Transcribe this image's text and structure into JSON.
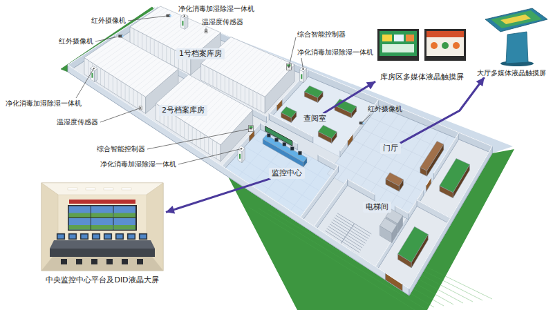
{
  "diagram": {
    "nodes": [
      {
        "text": [
          "1号档案库房"
        ]
      },
      {
        "text": [
          "库房区多媒体液晶触摸屏"
        ]
      },
      {
        "text": [
          "大厅多媒体液晶触摸屏"
        ]
      },
      {
        "text": [
          "2号档案库房"
        ]
      },
      {
        "text": [
          "查阅室"
        ]
      },
      {
        "text": [
          "门厅"
        ]
      },
      {
        "text": [
          "监控中心"
        ]
      },
      {
        "text": [
          "电梯间"
        ]
      },
      {
        "text": [
          "中央监控中心平台及DID液晶大屏"
        ]
      }
    ],
    "edges": [
      {
        "from": 4,
        "to": 1,
        "arrow": "to"
      },
      {
        "from": 5,
        "to": 2,
        "arrow": "to"
      },
      {
        "from": 6,
        "to": 8,
        "arrow": "to"
      }
    ],
    "labels": [
      "净化消毒加湿除湿一体机",
      "温湿度传感器",
      "红外摄像机",
      "综合智能控制器",
      "红外摄像机",
      "净化消毒加湿除湿一体机",
      "净化消毒加湿除湿一体机",
      "红外摄像机",
      "温湿度传感器",
      "综合智能控制器",
      "净化消毒加湿除湿一体机"
    ]
  }
}
